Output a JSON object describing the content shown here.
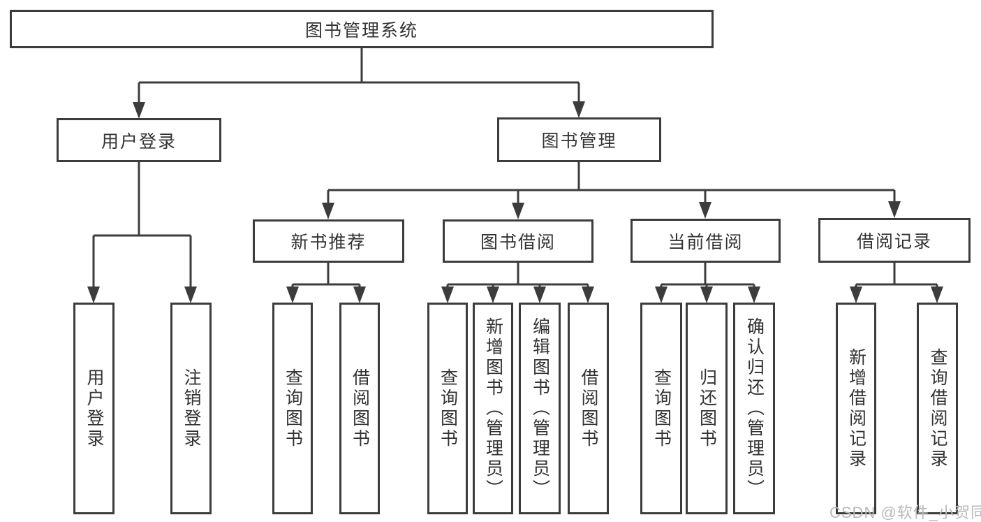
{
  "diagram_title": "图书管理系统",
  "nodes": {
    "root": "图书管理系统",
    "branches": [
      {
        "label": "用户登录",
        "leaves": [
          "用户登录",
          "注销登录"
        ]
      },
      {
        "label": "图书管理",
        "children": [
          {
            "label": "新书推荐",
            "leaves": [
              "查询图书",
              "借阅图书"
            ]
          },
          {
            "label": "图书借阅",
            "leaves": [
              "查询图书",
              "新增图书（管理员）",
              "编辑图书（管理员）",
              "借阅图书"
            ]
          },
          {
            "label": "当前借阅",
            "leaves": [
              "查询图书",
              "归还图书",
              "确认归还（管理员）"
            ]
          },
          {
            "label": "借阅记录",
            "leaves": [
              "新增借阅记录",
              "查询借阅记录"
            ]
          }
        ]
      }
    ]
  },
  "watermark": "CSDN @软件_小贺同学",
  "colors": {
    "line": "#3c3c3c",
    "box_border": "#3c3c3c",
    "text": "#323232",
    "background": "#ffffff",
    "watermark": "#b9b9b9"
  }
}
